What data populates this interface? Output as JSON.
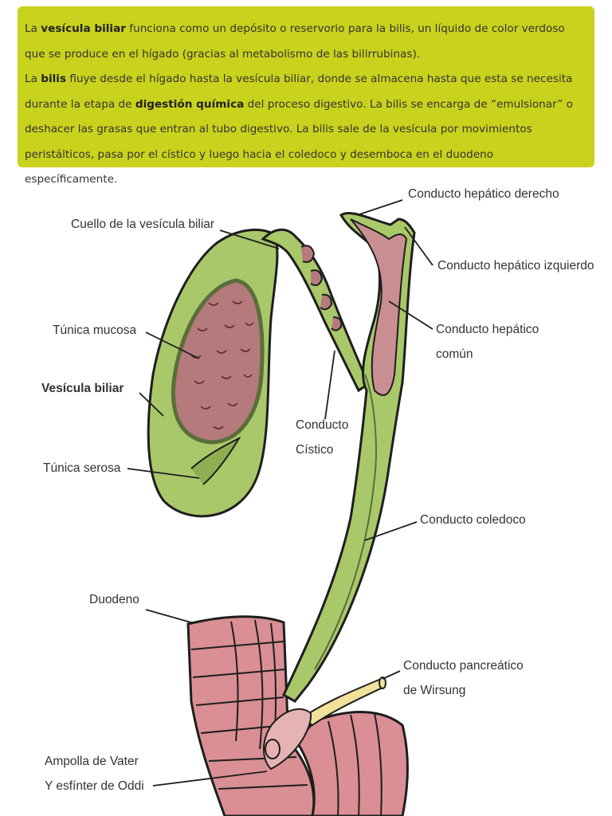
{
  "intro": {
    "p1": {
      "pre": "La ",
      "term": "vesícula biliar",
      "post": " funciona como un depósito o reservorio para la bilis, un líquido de color verdoso que se produce en el hígado (gracias al metabolismo de las bilirrubinas)."
    },
    "p2": {
      "pre": "La ",
      "term": "bilis",
      "mid": " fluye desde el hígado hasta la vesícula biliar, donde se almacena hasta que esta se necesita durante la etapa de ",
      "term2": "digestión química",
      "post": " del proceso digestivo. La bilis se encarga de “emulsionar” o deshacer las grasas que entran al tubo digestivo. La bilis sale de la vesícula por movimientos peristálticos, pasa por el cístico y luego hacia el coledoco y desemboca en el duodeno específicamente."
    }
  },
  "labels": {
    "hepatico_derecho": "Conducto hepático derecho",
    "cuello": "Cuello de la vesícula biliar",
    "hepatico_izquierdo": "Conducto hepático izquierdo",
    "tunica_mucosa": "Túnica mucosa",
    "hepatico_comun_1": "Conducto hepático",
    "hepatico_comun_2": "común",
    "vesicula": "Vesícula biliar",
    "cistico_1": "Conducto",
    "cistico_2": "Cístico",
    "tunica_serosa": "Túnica serosa",
    "coledoco": "Conducto coledoco",
    "duodeno": "Duodeno",
    "pancreatico_1": "Conducto pancreático",
    "pancreatico_2": "de Wirsung",
    "ampolla_1": "Ampolla de Vater",
    "ampolla_2": "Y esfínter de Oddi"
  },
  "colors": {
    "box_bg": "#c9d21c",
    "gallbladder": "#a9c86a",
    "mucosa": "#b47a7c",
    "duct_lumen": "#c98f92",
    "duodenum": "#d98f94",
    "pancreatic_duct": "#f1e19a",
    "outline": "#1e1e1e"
  }
}
